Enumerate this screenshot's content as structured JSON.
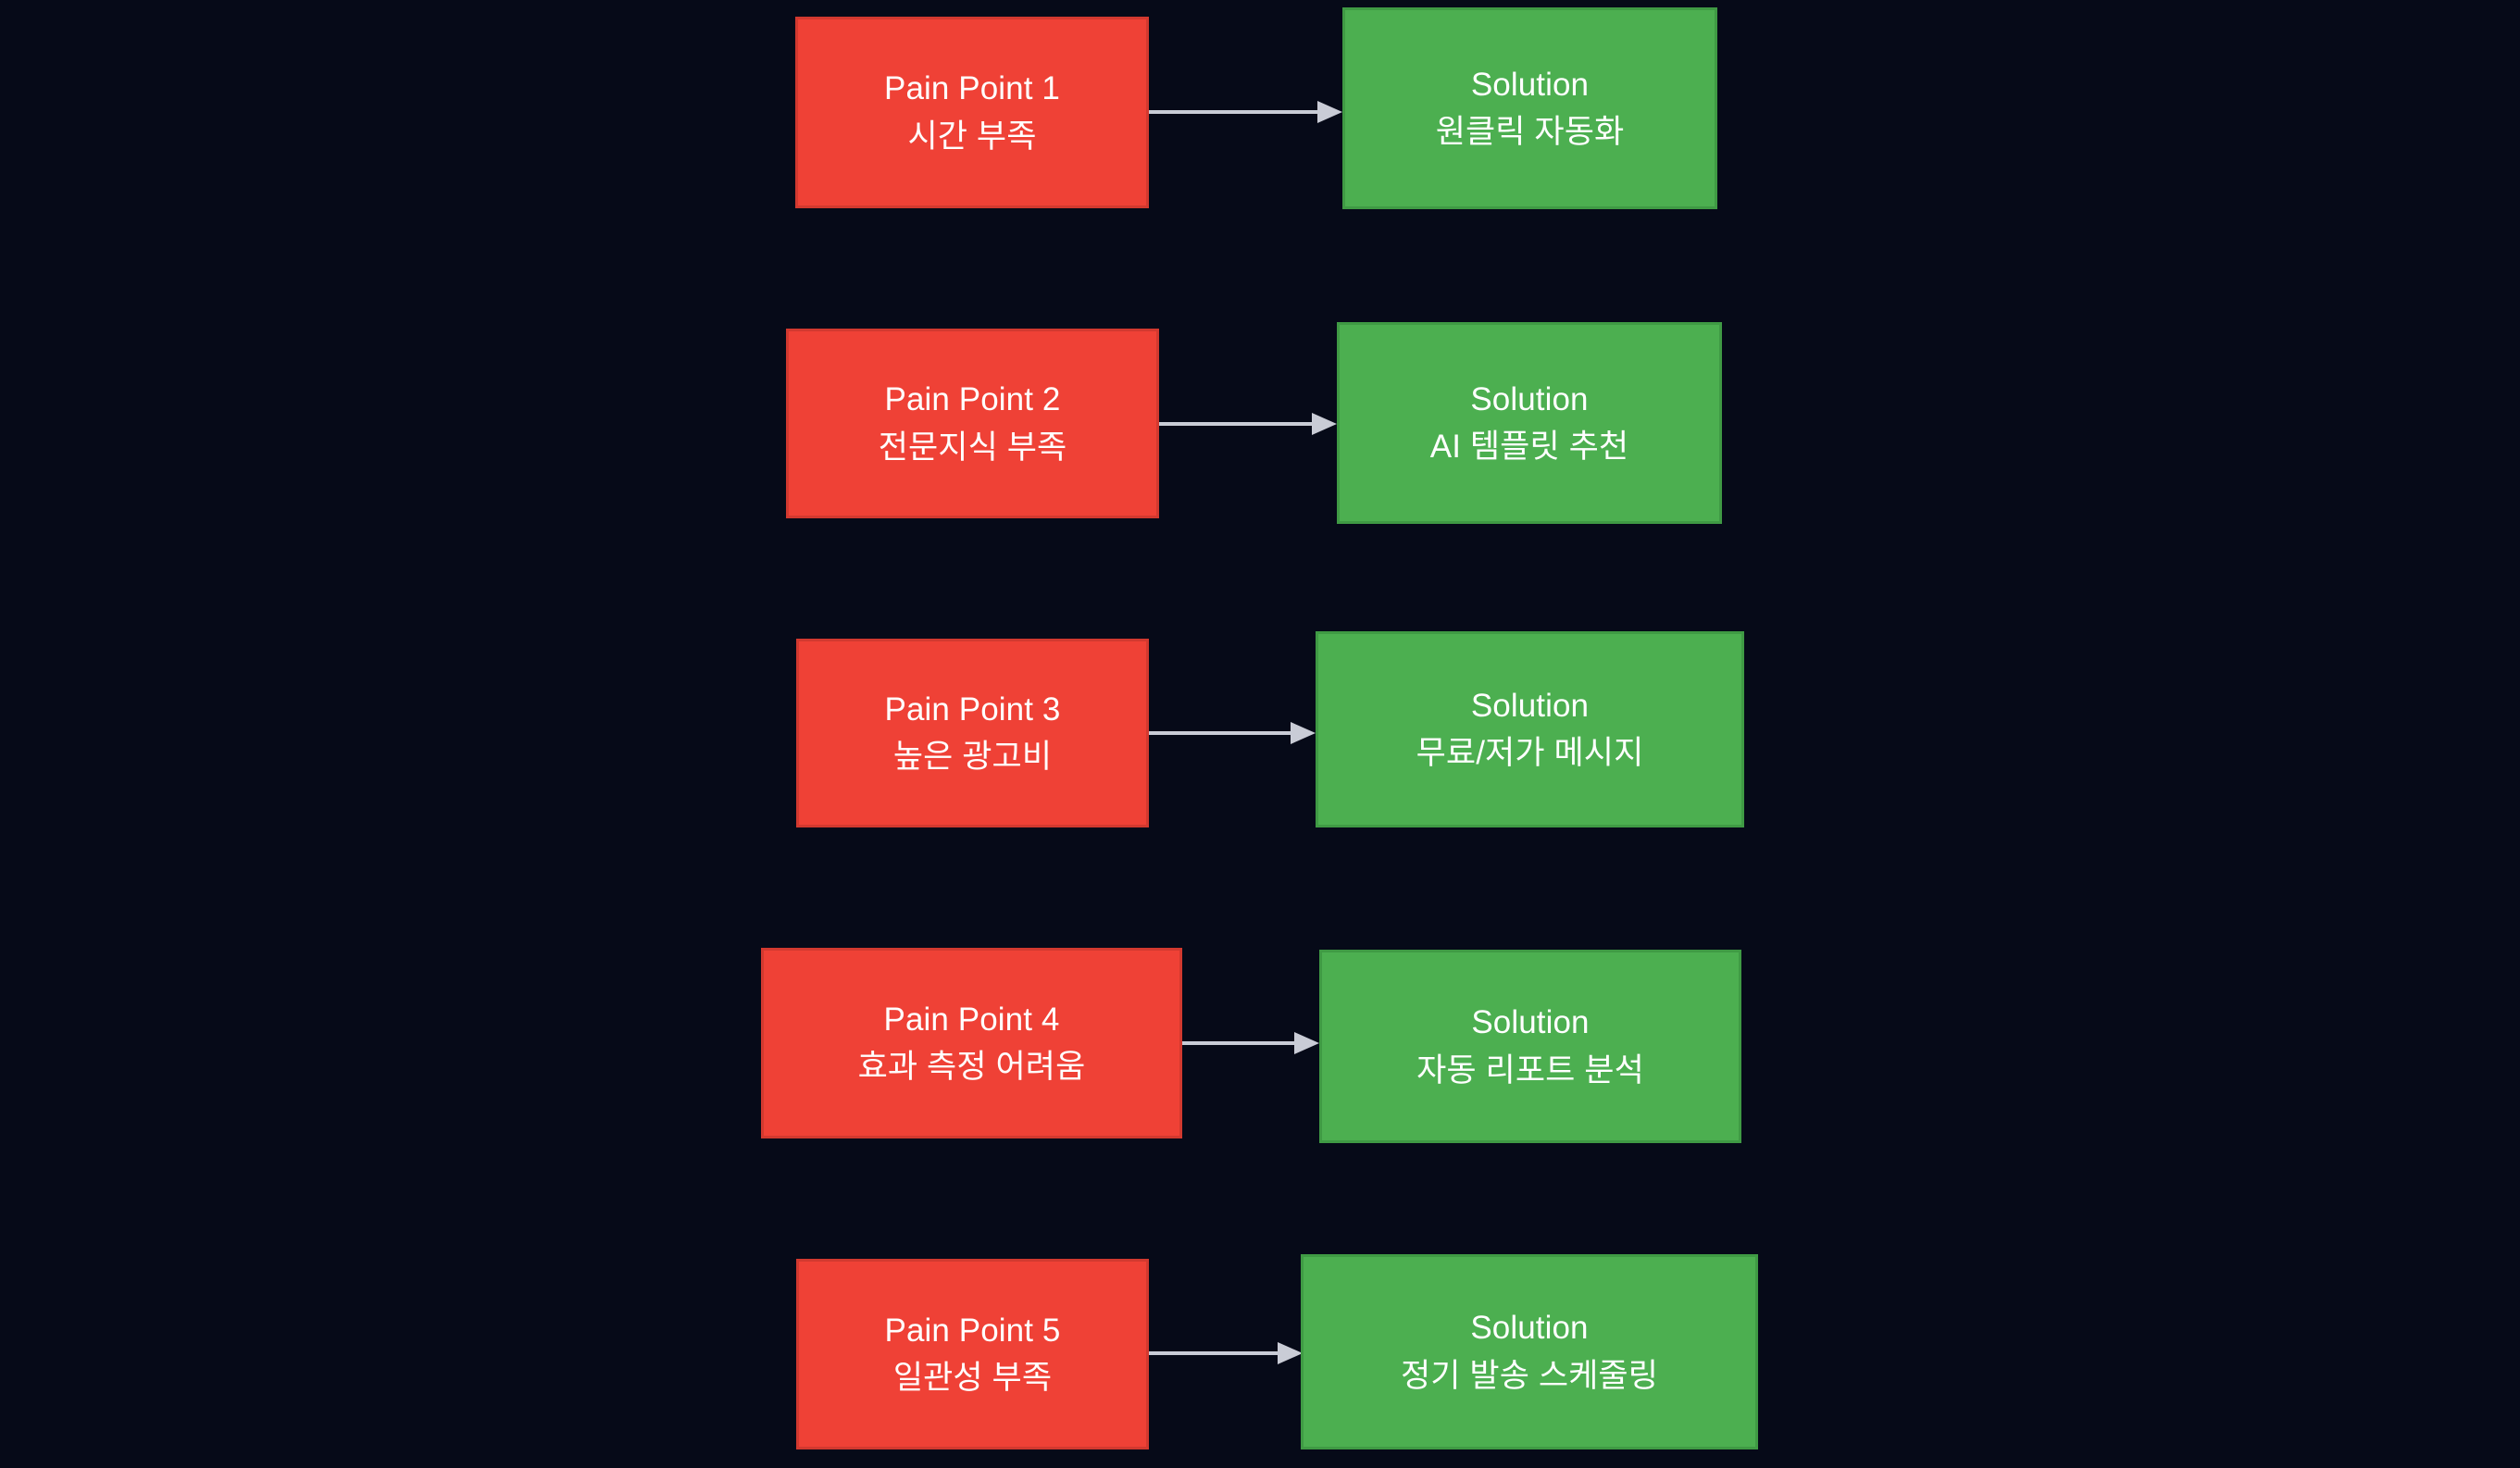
{
  "diagram": {
    "type": "flowchart",
    "orientation": "left-to-right-pairs",
    "background_color": "#060a18",
    "pain_color": "#ef4136",
    "pain_border_color": "#d2392f",
    "solution_color": "#4caf50",
    "solution_border_color": "#3f9a44",
    "arrow_color": "#c9ccd6",
    "text_color": "#ffffff",
    "rows": [
      {
        "pain": {
          "title": "Pain Point 1",
          "detail": "시간 부족"
        },
        "solution": {
          "title": "Solution",
          "detail": "원클릭 자동화"
        },
        "connector": "arrow-right"
      },
      {
        "pain": {
          "title": "Pain Point 2",
          "detail": "전문지식 부족"
        },
        "solution": {
          "title": "Solution",
          "detail": "AI 템플릿 추천"
        },
        "connector": "arrow-right"
      },
      {
        "pain": {
          "title": "Pain Point 3",
          "detail": "높은 광고비"
        },
        "solution": {
          "title": "Solution",
          "detail": "무료/저가 메시지"
        },
        "connector": "arrow-right"
      },
      {
        "pain": {
          "title": "Pain Point 4",
          "detail": "효과 측정 어려움"
        },
        "solution": {
          "title": "Solution",
          "detail": "자동 리포트 분석"
        },
        "connector": "arrow-right"
      },
      {
        "pain": {
          "title": "Pain Point 5",
          "detail": "일관성 부족"
        },
        "solution": {
          "title": "Solution",
          "detail": "정기 발송 스케줄링"
        },
        "connector": "arrow-right"
      }
    ]
  }
}
